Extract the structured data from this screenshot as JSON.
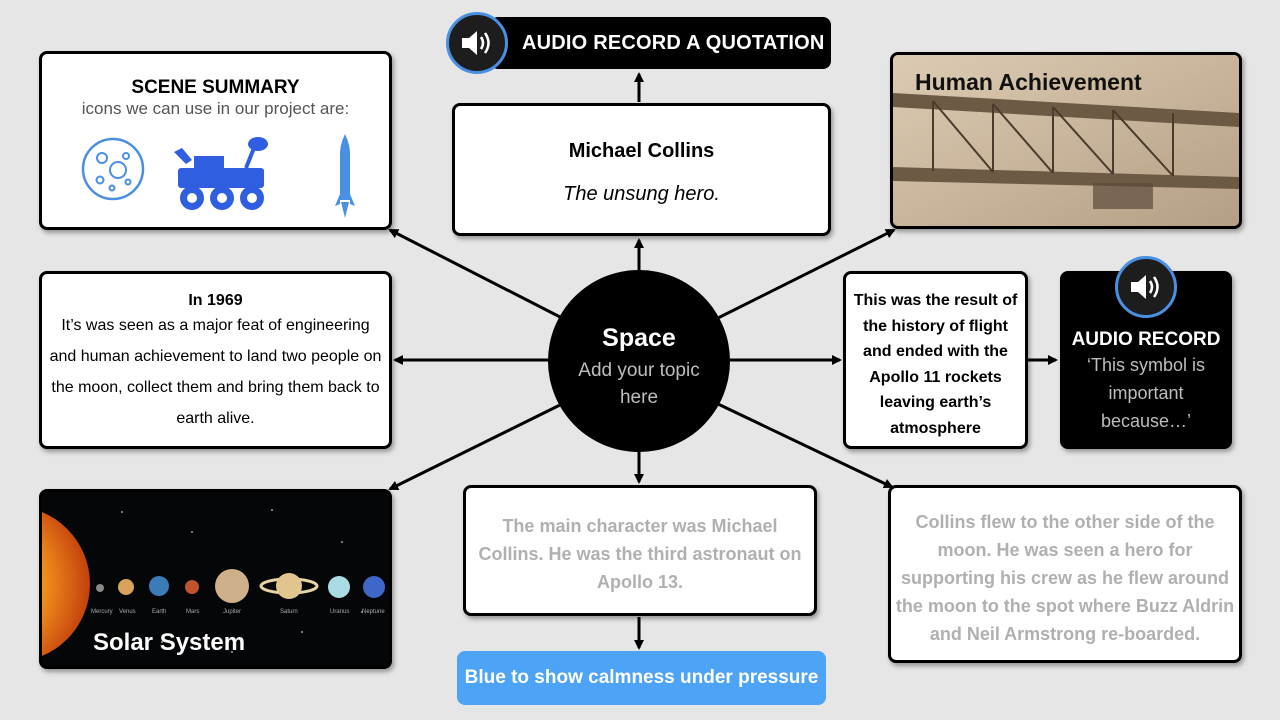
{
  "hub": {
    "title": "Space",
    "subtitle": "Add your topic here"
  },
  "audio_quote": {
    "label": "AUDIO RECORD A QUOTATION",
    "icon": "speaker-icon"
  },
  "character": {
    "name": "Michael Collins",
    "tagline": "The unsung hero."
  },
  "scene_summary": {
    "title": "SCENE SUMMARY",
    "subtitle": "icons we can use in our project are:",
    "icons": [
      "moon-icon",
      "lunar-rover-icon",
      "rocket-icon"
    ]
  },
  "human_achievement": {
    "title": "Human Achievement"
  },
  "in1969": {
    "title": "In 1969",
    "body": "It’s was seen as a major feat of engineering and human achievement to land two people on the moon, collect them and bring them back to earth alive."
  },
  "history": {
    "text": "This was the result of the history of flight and ended with the Apollo 11 rockets leaving earth’s atmosphere"
  },
  "audio_record": {
    "title": "AUDIO RECORD",
    "body": "‘This symbol is important because…’"
  },
  "solar_system": {
    "title": "Solar System",
    "planets": [
      "Mercury",
      "Venus",
      "Earth",
      "Mars",
      "Jupiter",
      "Saturn",
      "Uranus",
      "Neptune"
    ]
  },
  "main_character": {
    "text": "The main character was Michael Collins. He was the third astronaut on Apollo 13."
  },
  "collins": {
    "text": "Collins flew to the other side of the moon. He was seen a hero for supporting his crew as he flew around the moon to the spot where Buzz Aldrin and Neil Armstrong re-boarded."
  },
  "colour_note": {
    "text": "Blue to show calmness under pressure"
  },
  "colors": {
    "accent_blue": "#4a90e2",
    "pill_blue": "#4da3f5",
    "hub": "#000000"
  }
}
